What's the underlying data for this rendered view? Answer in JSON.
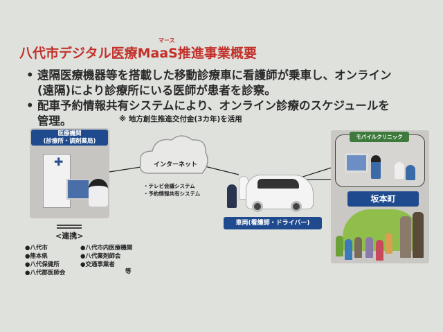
{
  "title": {
    "text": "八代市デジタル医療MaaS推進事業概要",
    "ruby": "マース"
  },
  "bullets": [
    {
      "lines": [
        "遠隔医療機器等を搭載した移動診療車に看護師が乗車し、オンライン",
        "(遠隔)により診療所にいる医師が患者を診察。"
      ]
    },
    {
      "lines": [
        "配車予約情報共有システムにより、オンライン診療のスケジュールを",
        "管理。"
      ]
    }
  ],
  "bullet_symbol": "•",
  "note": "※ 地方創生推進交付金(3カ年)を活用",
  "medical": {
    "header_line1": "医療機関",
    "header_line2": "(診療所・調剤薬局)",
    "cross": "✚"
  },
  "cooperation": {
    "label": "<連携>",
    "col1": [
      "八代市",
      "熊本県",
      "八代保健所",
      "八代郡医師会"
    ],
    "col2": [
      "八代市内医療機関",
      "八代薬剤師会",
      "交通事業者"
    ],
    "etc": "等",
    "marker": "●"
  },
  "internet": {
    "label": "インターネット",
    "systems": [
      "・テレビ会議システム",
      "・予約情報共有システム"
    ]
  },
  "vehicle": {
    "label": "車両(看護師・ドライバー)"
  },
  "clinic": {
    "mobile_label": "モバイルクリニック",
    "town": "坂本町"
  },
  "colors": {
    "title": "#c3302a",
    "blue": "#1f4b8e",
    "green": "#3d7a3c"
  }
}
